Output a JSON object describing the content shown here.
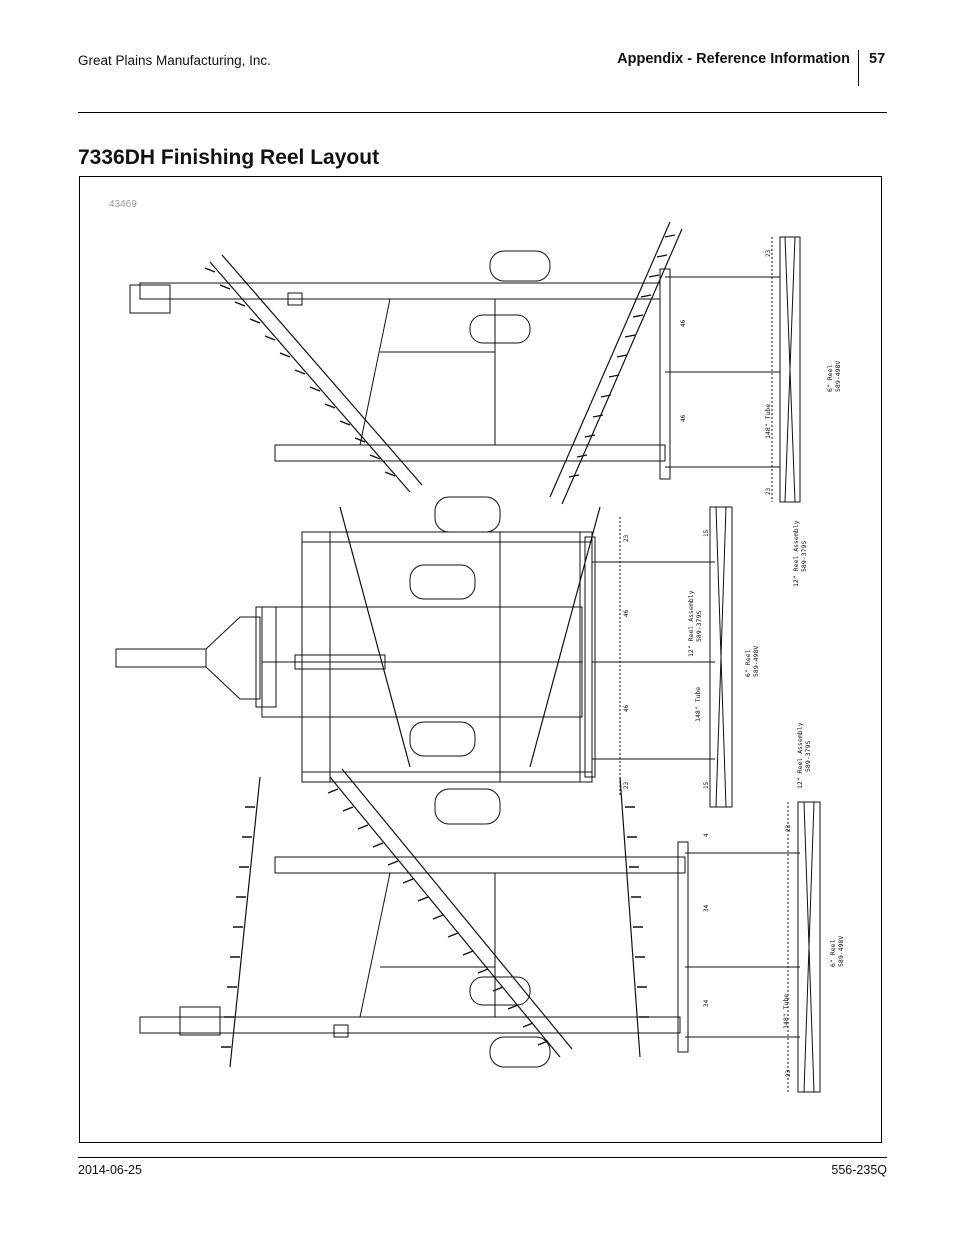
{
  "header": {
    "company": "Great Plains Manufacturing, Inc.",
    "section": "Appendix - Reference Information",
    "page_number": "57"
  },
  "title": "7336DH Finishing Reel Layout",
  "figure": {
    "number": "43469",
    "labels": {
      "reel_6": "6\" Reel",
      "reel_6_part": "589-498V",
      "tube_148": "148\" Tube",
      "reel_12": "12\" Reel Assembly",
      "reel_12_part": "589-379S"
    },
    "dimensions": {
      "d23": "23",
      "d46": "46",
      "d15": "15",
      "d34": "34",
      "d4": "4"
    }
  },
  "footer": {
    "date": "2014-06-25",
    "doc_number": "556-235Q"
  }
}
